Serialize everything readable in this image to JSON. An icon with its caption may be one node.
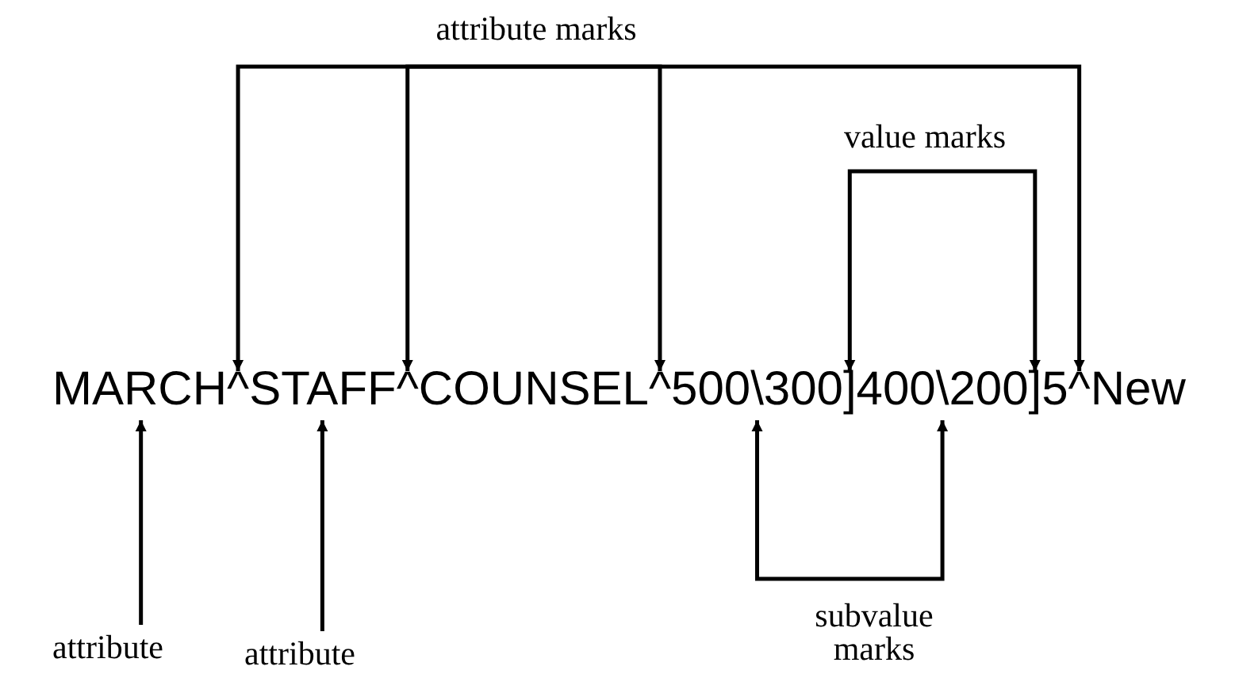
{
  "diagram": {
    "nodes": [
      {
        "text": [
          "attribute marks"
        ]
      },
      {
        "text": [
          "value marks"
        ]
      },
      {
        "text": [
          "subvalue marks"
        ]
      },
      {
        "text": [
          "attribute"
        ]
      },
      {
        "text": [
          "attribute"
        ]
      },
      {
        "text": [
          "MARCH^STAFF^COUNSEL^500\\300]400\\200]5^New"
        ]
      }
    ],
    "edges": [
      {
        "from": 0,
        "to": 5,
        "arrow": "to"
      },
      {
        "from": 0,
        "to": 5,
        "arrow": "to"
      },
      {
        "from": 0,
        "to": 5,
        "arrow": "to"
      },
      {
        "from": 0,
        "to": 5,
        "arrow": "to"
      },
      {
        "from": 1,
        "to": 5,
        "arrow": "to"
      },
      {
        "from": 1,
        "to": 5,
        "arrow": "to"
      },
      {
        "from": 2,
        "to": 5,
        "arrow": "to"
      },
      {
        "from": 2,
        "to": 5,
        "arrow": "to"
      },
      {
        "from": 3,
        "to": 5,
        "arrow": "to"
      },
      {
        "from": 4,
        "to": 5,
        "arrow": "to"
      }
    ]
  }
}
